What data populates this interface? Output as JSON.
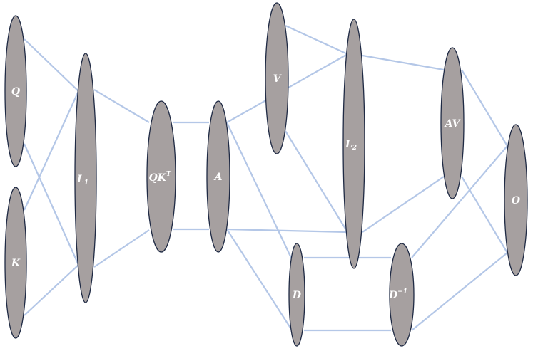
{
  "diagram": {
    "nodes": [
      {
        "id": "Q",
        "base": "Q",
        "sup": "",
        "sub": ""
      },
      {
        "id": "K",
        "base": "K",
        "sup": "",
        "sub": ""
      },
      {
        "id": "L1",
        "base": "L",
        "sup": "",
        "sub": "1"
      },
      {
        "id": "QKT",
        "base": "QK",
        "sup": "T",
        "sub": ""
      },
      {
        "id": "A",
        "base": "A",
        "sup": "",
        "sub": ""
      },
      {
        "id": "V",
        "base": "V",
        "sup": "",
        "sub": ""
      },
      {
        "id": "L2",
        "base": "L",
        "sup": "",
        "sub": "2"
      },
      {
        "id": "D",
        "base": "D",
        "sup": "",
        "sub": ""
      },
      {
        "id": "AV",
        "base": "AV",
        "sup": "",
        "sub": ""
      },
      {
        "id": "Dinv",
        "base": "D",
        "sup": "−1",
        "sub": ""
      },
      {
        "id": "O",
        "base": "O",
        "sup": "",
        "sub": ""
      }
    ],
    "edges": [
      [
        "Q",
        "L1"
      ],
      [
        "Q",
        "L1"
      ],
      [
        "K",
        "L1"
      ],
      [
        "K",
        "L1"
      ],
      [
        "L1",
        "QKT"
      ],
      [
        "L1",
        "QKT"
      ],
      [
        "QKT",
        "A"
      ],
      [
        "QKT",
        "A"
      ],
      [
        "A",
        "L2"
      ],
      [
        "A",
        "L2"
      ],
      [
        "A",
        "D"
      ],
      [
        "A",
        "D"
      ],
      [
        "V",
        "L2"
      ],
      [
        "V",
        "L2"
      ],
      [
        "L2",
        "AV"
      ],
      [
        "L2",
        "AV"
      ],
      [
        "D",
        "Dinv"
      ],
      [
        "D",
        "Dinv"
      ],
      [
        "AV",
        "O"
      ],
      [
        "AV",
        "O"
      ],
      [
        "Dinv",
        "O"
      ],
      [
        "Dinv",
        "O"
      ]
    ],
    "colors": {
      "node_fill": "#a6a0a0",
      "node_stroke": "#1f2a44",
      "edge": "#b4c7e7",
      "label": "#ffffff"
    }
  }
}
